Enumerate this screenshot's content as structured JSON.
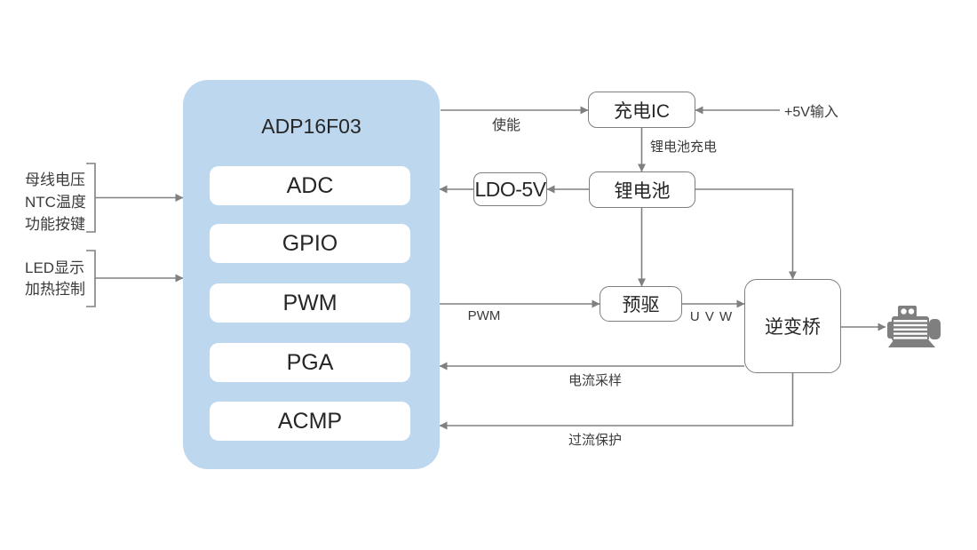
{
  "diagram": {
    "mcu": {
      "title": "ADP16F03",
      "modules": [
        "ADC",
        "GPIO",
        "PWM",
        "PGA",
        "ACMP"
      ]
    },
    "blocks": {
      "charge_ic": "充电IC",
      "battery": "锂电池",
      "ldo": "LDO-5V",
      "predriver": "预驱",
      "inverter": "逆变桥"
    },
    "left_inputs": {
      "group1_lines": [
        "母线电压",
        "NTC温度",
        "功能按键"
      ],
      "group2_lines": [
        "LED显示",
        "加热控制"
      ]
    },
    "edge_labels": {
      "enable": "使能",
      "power_in": "+5V输入",
      "battery_charge": "锂电池充电",
      "pwm": "PWM",
      "uvw": "U V W",
      "current_sample": "电流采样",
      "overcurrent_protect": "过流保护"
    },
    "icons": {
      "motor": "motor-icon"
    },
    "colors": {
      "mcu_fill": "#bdd7ee",
      "module_fill": "#ffffff",
      "box_border": "#7f7f7f",
      "wire": "#808080",
      "text": "#333333",
      "motor_icon": "#7f7f7f"
    }
  }
}
